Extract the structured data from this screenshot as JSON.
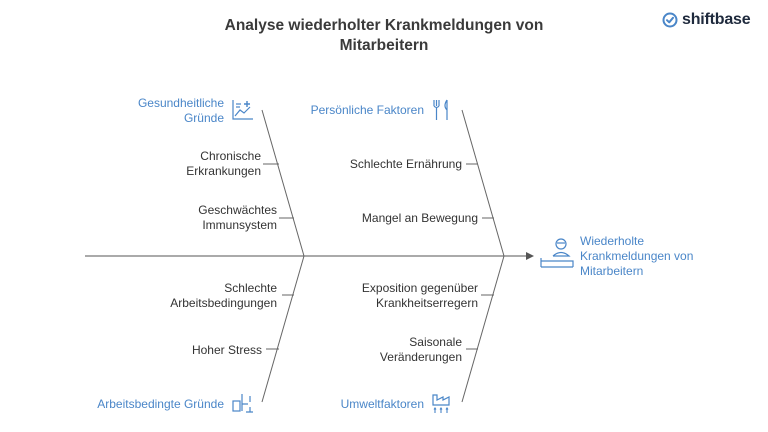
{
  "title": [
    "Analyse wiederholter Krankmeldungen von",
    "Mitarbeitern"
  ],
  "brand": {
    "name": "shiftbase",
    "icon": "shiftbase-logo-icon"
  },
  "effect": {
    "lines": [
      "Wiederholte",
      "Krankmeldungen von",
      "Mitarbeitern"
    ],
    "icon": "sick-person-icon"
  },
  "categories": {
    "health": {
      "lines": [
        "Gesundheitliche",
        "Gründe"
      ],
      "icon": "health-chart-icon"
    },
    "personal": {
      "label": "Persönliche Faktoren",
      "icon": "cutlery-icon"
    },
    "work": {
      "label": "Arbeitsbedingte Gründe",
      "icon": "desk-icon"
    },
    "environment": {
      "label": "Umweltfaktoren",
      "icon": "factory-icon"
    }
  },
  "causes": {
    "health": [
      [
        "Chronische",
        "Erkrankungen"
      ],
      [
        "Geschwächtes",
        "Immunsystem"
      ]
    ],
    "personal": [
      "Schlechte Ernährung",
      "Mangel an Bewegung"
    ],
    "work": [
      [
        "Schlechte",
        "Arbeitsbedingungen"
      ],
      "Hoher Stress"
    ],
    "environment": [
      [
        "Exposition gegenüber",
        "Krankheitserregern"
      ],
      [
        "Saisonale",
        "Veränderungen"
      ]
    ]
  },
  "colors": {
    "accent": "#4a86c8",
    "line": "#555555",
    "text": "#333333"
  }
}
